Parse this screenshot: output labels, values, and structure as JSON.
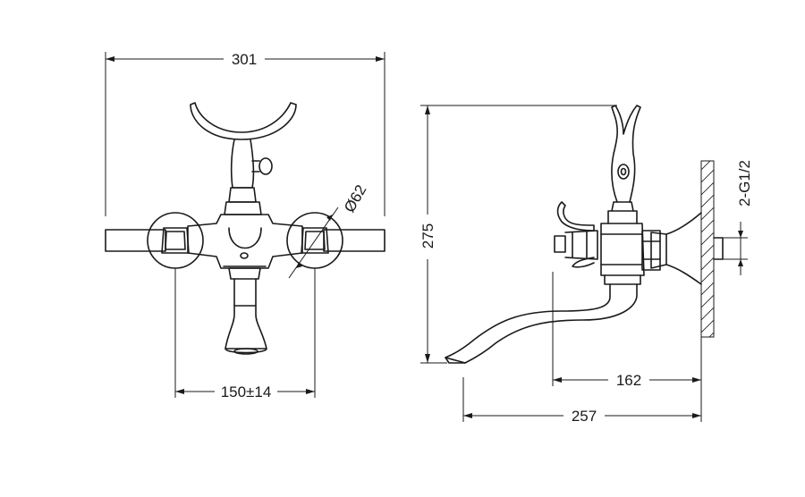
{
  "dimensions": {
    "front_width": "301",
    "front_diameter": "Ø62",
    "front_center_distance": "150±14",
    "side_height": "275",
    "side_connection": "2-G1/2",
    "side_spout_reach": "162",
    "side_total_depth": "257"
  }
}
